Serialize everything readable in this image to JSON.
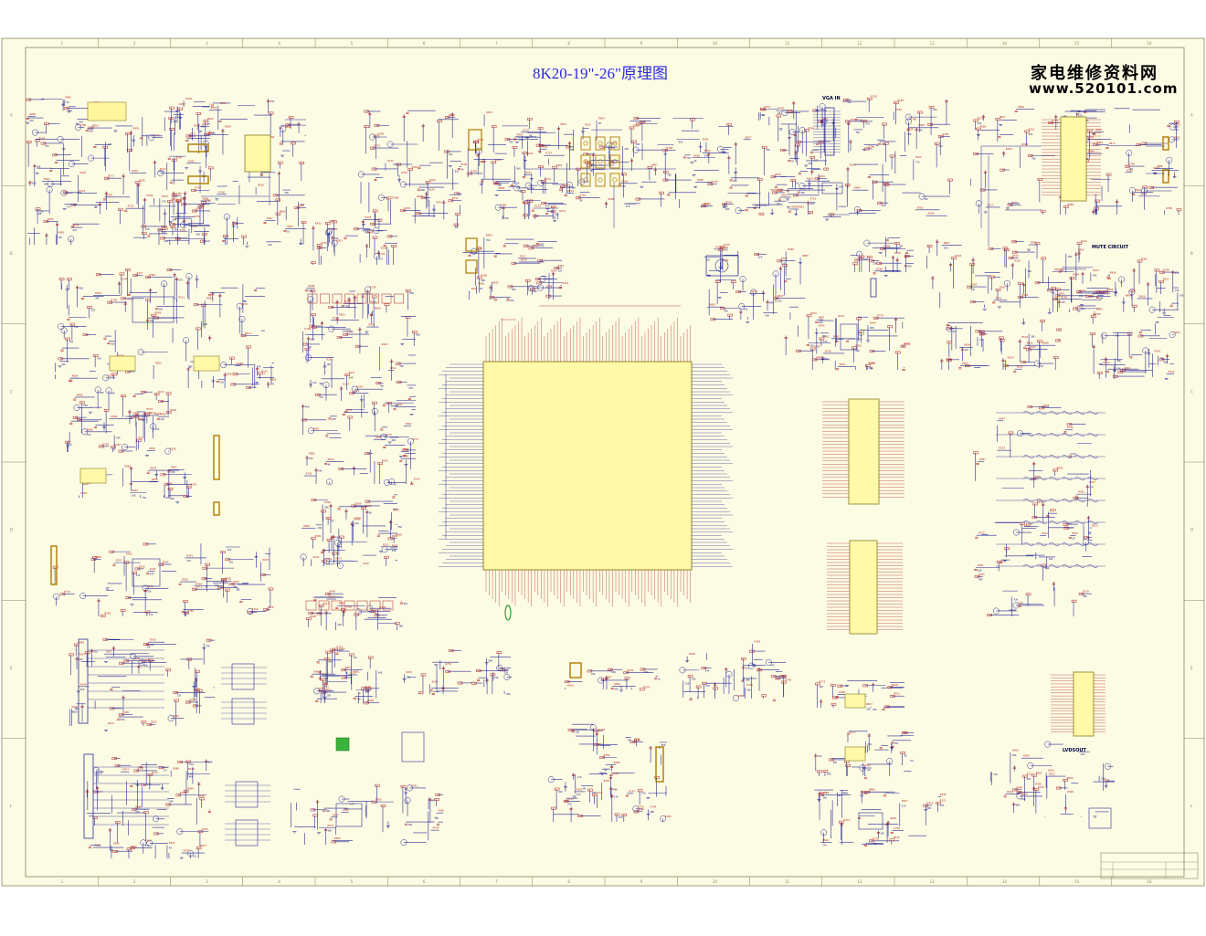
{
  "title": "8K20-19\"-26\"原理图",
  "watermark": {
    "line1": "家电维修资料网",
    "line2": "www.520101.com"
  },
  "labels": {
    "vga_in": "VGA IN",
    "mute_circuit": "MUTE CIRCUIT",
    "lvds_out": "LVDSOUT"
  },
  "colors": {
    "paper": "#fcfbe3",
    "border": "#8a8560",
    "wire": "#2a2a9a",
    "part": "#b02020",
    "text": "#20208a",
    "chip_fill": "#fff9a8",
    "chip_stroke": "#8a7a20",
    "connector": "#b07a00",
    "green": "#2f9d2f"
  },
  "frame": {
    "top_markers": [
      "1",
      "2",
      "3",
      "4",
      "5",
      "6",
      "7",
      "8",
      "9",
      "10",
      "11",
      "12",
      "13",
      "14",
      "15",
      "16"
    ],
    "side_markers": [
      "A",
      "B",
      "C",
      "D",
      "E",
      "F"
    ]
  }
}
